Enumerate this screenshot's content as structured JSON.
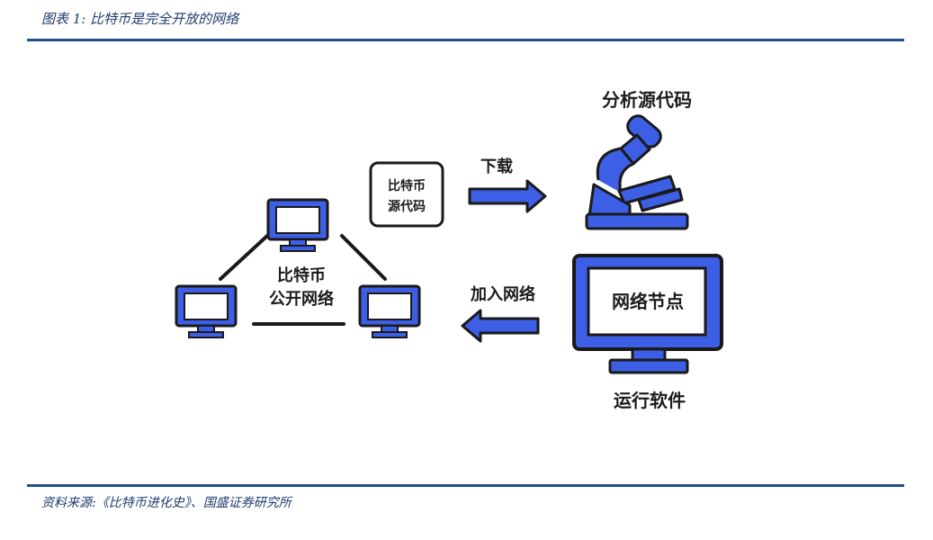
{
  "caption": "图表 1: 比特币是完全开放的网络",
  "source": "资料来源:《比特币进化史》、国盛证券研究所",
  "diagram": {
    "network_label_line1": "比特币",
    "network_label_line2": "公开网络",
    "source_box_line1": "比特币",
    "source_box_line2": "源代码",
    "download_label": "下载",
    "analyze_label": "分析源代码",
    "join_label": "加入网络",
    "node_label": "网络节点",
    "run_label": "运行软件"
  },
  "colors": {
    "accent_blue": "#3d5fe6",
    "outline": "#1a1a1a",
    "rule": "#1f4e8c"
  }
}
